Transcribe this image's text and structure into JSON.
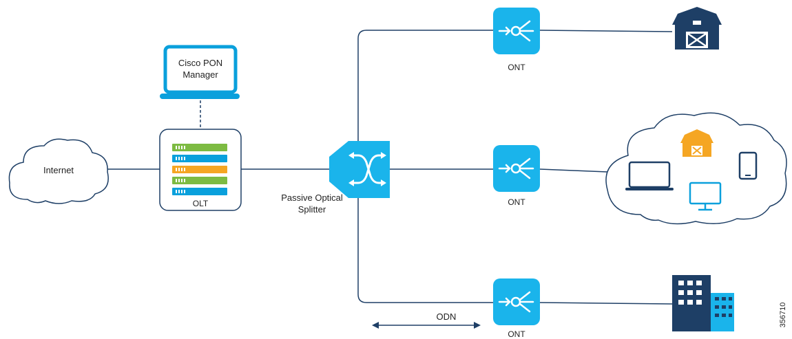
{
  "labels": {
    "internet": "Internet",
    "manager_line1": "Cisco PON",
    "manager_line2": "Manager",
    "olt": "OLT",
    "splitter_line1": "Passive Optical",
    "splitter_line2": "Splitter",
    "ont_top": "ONT",
    "ont_middle": "ONT",
    "ont_bottom": "ONT",
    "odn": "ODN",
    "figure_id": "356710"
  },
  "colors": {
    "line": "#1e3f66",
    "ont": "#1ab4eb",
    "navy": "#1e3f66",
    "orange": "#f5a623",
    "green": "#7dbb42",
    "blue": "#0aa0dc",
    "cloud_border": "#1e3f66"
  },
  "icons": {
    "internet": "cloud-icon",
    "manager": "laptop-icon",
    "olt": "olt-rack-icon",
    "splitter": "splitter-icon",
    "ont": "ont-icon",
    "home": "barn-house-icon",
    "home_network": "home-network-cloud-icon",
    "business": "office-building-icon"
  }
}
